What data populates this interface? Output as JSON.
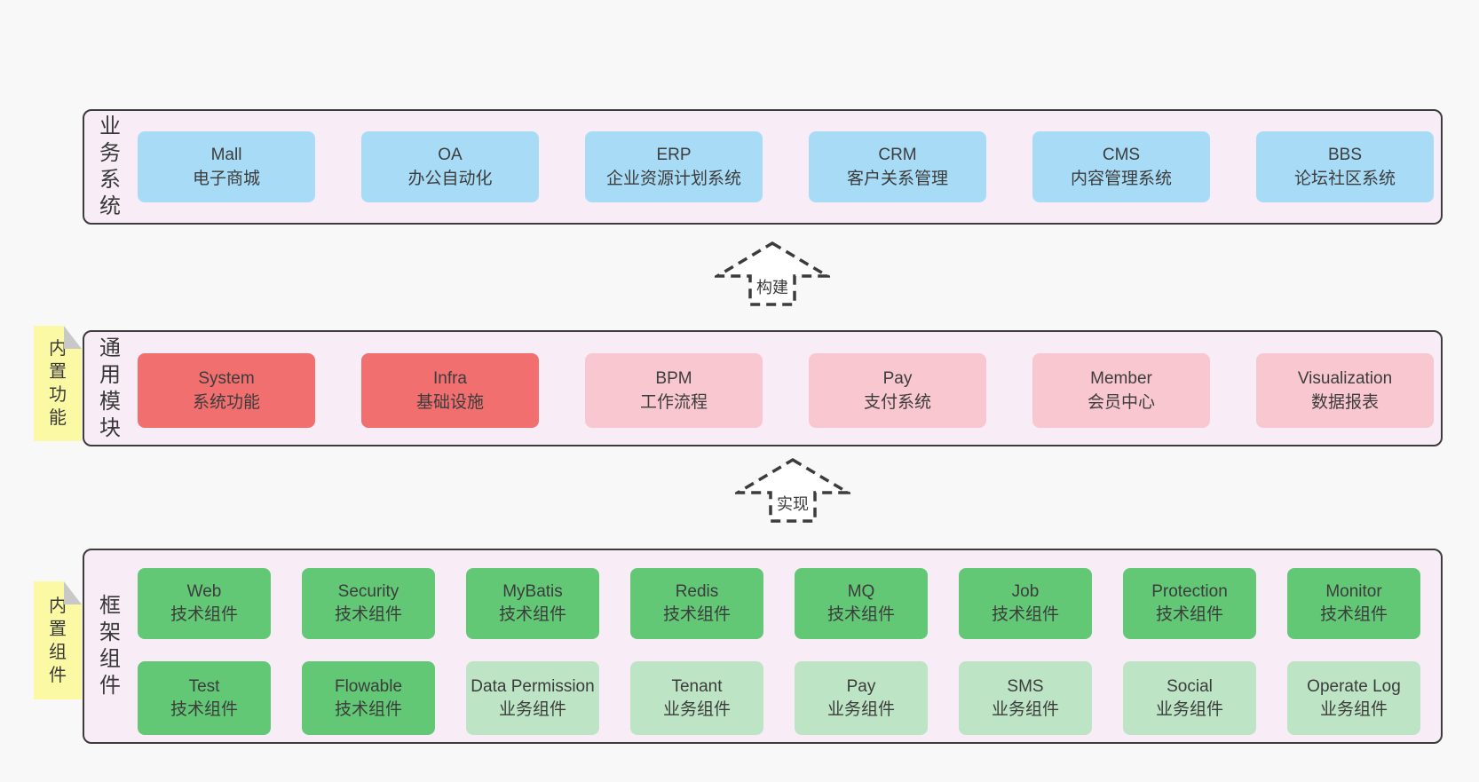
{
  "colors": {
    "pageBg": "#f8f8f8",
    "containerFill": "#f8edf6",
    "line": "#3c3c3c",
    "ink": "#3c3c3c",
    "blue": "#a8dbf5",
    "red": "#f26f6f",
    "pink": "#f9c7d0",
    "green": "#62c876",
    "lightGreen": "#bde5c5",
    "sticky": "#fbf9a4",
    "fold": "#c8c8c8"
  },
  "arrows": {
    "build": "构建",
    "implement": "实现"
  },
  "layer1": {
    "label": "业务系统",
    "boxes": [
      {
        "title": "Mall",
        "subtitle": "电子商城"
      },
      {
        "title": "OA",
        "subtitle": "办公自动化"
      },
      {
        "title": "ERP",
        "subtitle": "企业资源计划系统"
      },
      {
        "title": "CRM",
        "subtitle": "客户关系管理"
      },
      {
        "title": "CMS",
        "subtitle": "内容管理系统"
      },
      {
        "title": "BBS",
        "subtitle": "论坛社区系统"
      }
    ]
  },
  "layer2": {
    "label": "通用模块",
    "sticky": "内置功能",
    "boxes": [
      {
        "title": "System",
        "subtitle": "系统功能"
      },
      {
        "title": "Infra",
        "subtitle": "基础设施"
      },
      {
        "title": "BPM",
        "subtitle": "工作流程"
      },
      {
        "title": "Pay",
        "subtitle": "支付系统"
      },
      {
        "title": "Member",
        "subtitle": "会员中心"
      },
      {
        "title": "Visualization",
        "subtitle": "数据报表"
      }
    ]
  },
  "layer3": {
    "label": "框架组件",
    "sticky": "内置组件",
    "row1": [
      {
        "title": "Web",
        "subtitle": "技术组件"
      },
      {
        "title": "Security",
        "subtitle": "技术组件"
      },
      {
        "title": "MyBatis",
        "subtitle": "技术组件"
      },
      {
        "title": "Redis",
        "subtitle": "技术组件"
      },
      {
        "title": "MQ",
        "subtitle": "技术组件"
      },
      {
        "title": "Job",
        "subtitle": "技术组件"
      },
      {
        "title": "Protection",
        "subtitle": "技术组件"
      },
      {
        "title": "Monitor",
        "subtitle": "技术组件"
      }
    ],
    "row2": [
      {
        "title": "Test",
        "subtitle": "技术组件"
      },
      {
        "title": "Flowable",
        "subtitle": "技术组件"
      },
      {
        "title": "Data Permission",
        "subtitle": "业务组件"
      },
      {
        "title": "Tenant",
        "subtitle": "业务组件"
      },
      {
        "title": "Pay",
        "subtitle": "业务组件"
      },
      {
        "title": "SMS",
        "subtitle": "业务组件"
      },
      {
        "title": "Social",
        "subtitle": "业务组件"
      },
      {
        "title": "Operate Log",
        "subtitle": "业务组件"
      }
    ]
  }
}
